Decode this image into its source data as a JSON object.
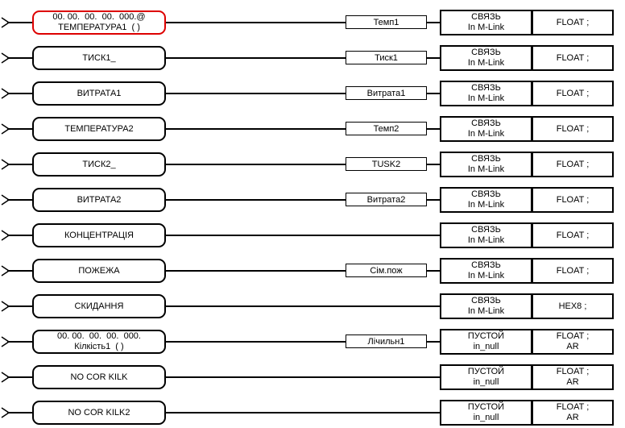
{
  "colors": {
    "selected": "#dd0000",
    "stroke": "#000000",
    "background": "#ffffff"
  },
  "rows": [
    {
      "lines": [
        "00. 00.  00.  00.  000.@",
        "ТЕМПЕРАТУРА1  ( )"
      ],
      "selected": true,
      "tag": "Темп1",
      "link": [
        "СВЯЗЬ",
        "In M-Link"
      ],
      "dtype": [
        "FLOAT ;"
      ]
    },
    {
      "lines": [
        "ТИСК1_"
      ],
      "selected": false,
      "tag": "Тиск1",
      "link": [
        "СВЯЗЬ",
        "In M-Link"
      ],
      "dtype": [
        "FLOAT ;"
      ]
    },
    {
      "lines": [
        "ВИТРАТА1"
      ],
      "selected": false,
      "tag": "Витрата1",
      "link": [
        "СВЯЗЬ",
        "In M-Link"
      ],
      "dtype": [
        "FLOAT ;"
      ]
    },
    {
      "lines": [
        "ТЕМПЕРАТУРА2"
      ],
      "selected": false,
      "tag": "Темп2",
      "link": [
        "СВЯЗЬ",
        "In M-Link"
      ],
      "dtype": [
        "FLOAT ;"
      ]
    },
    {
      "lines": [
        "ТИСК2_"
      ],
      "selected": false,
      "tag": "TUSK2",
      "link": [
        "СВЯЗЬ",
        "In M-Link"
      ],
      "dtype": [
        "FLOAT ;"
      ]
    },
    {
      "lines": [
        "ВИТРАТА2"
      ],
      "selected": false,
      "tag": "Витрата2",
      "link": [
        "СВЯЗЬ",
        "In M-Link"
      ],
      "dtype": [
        "FLOAT ;"
      ]
    },
    {
      "lines": [
        "КОНЦЕНТРАЦІЯ"
      ],
      "selected": false,
      "tag": null,
      "link": [
        "СВЯЗЬ",
        "In M-Link"
      ],
      "dtype": [
        "FLOAT ;"
      ]
    },
    {
      "lines": [
        "ПОЖЕЖА"
      ],
      "selected": false,
      "tag": "Сім.пож",
      "link": [
        "СВЯЗЬ",
        "In M-Link"
      ],
      "dtype": [
        "FLOAT ;"
      ]
    },
    {
      "lines": [
        "СКИДАННЯ"
      ],
      "selected": false,
      "tag": null,
      "link": [
        "СВЯЗЬ",
        "In M-Link"
      ],
      "dtype": [
        "HEX8 ;"
      ]
    },
    {
      "lines": [
        "00. 00.  00.  00.  000.",
        "Кілкість1  ( )"
      ],
      "selected": false,
      "tag": "Лічильн1",
      "link": [
        "ПУСТОЙ",
        "in_null"
      ],
      "dtype": [
        "FLOAT ;",
        "AR"
      ]
    },
    {
      "lines": [
        "NO COR KILK"
      ],
      "selected": false,
      "tag": null,
      "link": [
        "ПУСТОЙ",
        "in_null"
      ],
      "dtype": [
        "FLOAT ;",
        "AR"
      ]
    },
    {
      "lines": [
        "NO COR KILK2"
      ],
      "selected": false,
      "tag": null,
      "link": [
        "ПУСТОЙ",
        "in_null"
      ],
      "dtype": [
        "FLOAT ;",
        "AR"
      ]
    }
  ]
}
